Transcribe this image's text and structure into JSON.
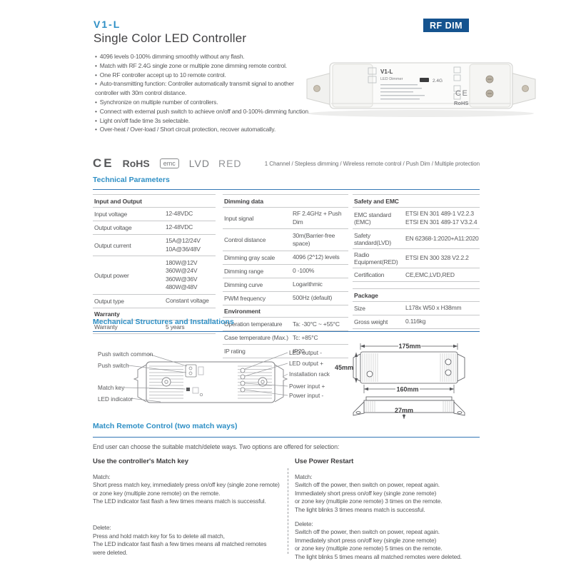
{
  "header": {
    "model": "V1-L",
    "subtitle": "Single Color LED Controller",
    "badge": "RF DIM",
    "features": [
      "4096 levels 0-100% dimming smoothly without any flash.",
      "Match with RF 2.4G single zone or multiple zone dimming remote control.",
      "One RF controller accept up to 10 remote control.",
      "Auto-transmitting function: Controller automatically transmit signal to another controller with 30m control distance.",
      "Synchronize on multiple number of controllers.",
      "Connect with external push switch to achieve on/off and 0-100% dimming function.",
      "Light on/off fade time 3s selectable.",
      "Over-heat / Over-load / Short circuit protection, recover automatically."
    ]
  },
  "product_label": {
    "model": "V1-L",
    "type": "LED Dimmer",
    "rf": "2.4G",
    "ce": "CE",
    "rohs": "RoHS"
  },
  "certs": {
    "ce": "CE",
    "rohs": "RoHS",
    "emc": "emc",
    "lvd": "LVD",
    "red": "RED",
    "summary": "1 Channel / Stepless dimming / Wireless remote control / Push Dim / Multiple protection"
  },
  "sections": {
    "technical": "Technical Parameters",
    "mechanical": "Mechanical Structures and Installations",
    "match": "Match Remote Control (two match ways)"
  },
  "tech": {
    "io": {
      "header": "Input and Output",
      "rows": [
        {
          "label": "Input voltage",
          "value": "12-48VDC"
        },
        {
          "label": "Output voltage",
          "value": "12-48VDC"
        },
        {
          "label": "Output current",
          "value": "15A@12/24V\n10A@36/48V"
        },
        {
          "label": "Output power",
          "value": "180W@12V\n360W@24V\n360W@36V\n480W@48V"
        },
        {
          "label": "Output type",
          "value": "Constant voltage"
        }
      ],
      "warranty_header": "Warranty",
      "warranty_rows": [
        {
          "label": "Warranty",
          "value": "5 years"
        }
      ]
    },
    "dimming": {
      "header": "Dimming data",
      "rows": [
        {
          "label": "Input signal",
          "value": "RF 2.4GHz + Push Dim"
        },
        {
          "label": "Control distance",
          "value": "30m(Barrier-free space)"
        },
        {
          "label": "Dimming gray scale",
          "value": "4096 (2^12) levels"
        },
        {
          "label": "Dimming range",
          "value": "0 -100%"
        },
        {
          "label": "Dimming curve",
          "value": "Logarithmic"
        },
        {
          "label": "PWM frequency",
          "value": "500Hz (default)"
        }
      ],
      "env_header": "Environment",
      "env_rows": [
        {
          "label": "Operation temperature",
          "value": "Ta: -30°C ~ +55°C"
        },
        {
          "label": "Case temperature (Max.)",
          "value": "Tc: +85°C"
        },
        {
          "label": "IP rating",
          "value": "IP20"
        }
      ]
    },
    "safety": {
      "header": "Safety and EMC",
      "rows": [
        {
          "label": "EMC standard (EMC)",
          "value": "ETSI EN 301 489-1 V2.2.3\nETSI EN 301 489-17 V3.2.4"
        },
        {
          "label": "Safety standard(LVD)",
          "value": "EN 62368-1:2020+A11:2020"
        },
        {
          "label": "Radio Equipment(RED)",
          "value": "ETSI EN 300 328 V2.2.2"
        },
        {
          "label": "Certification",
          "value": "CE,EMC,LVD,RED"
        }
      ],
      "package_header": "Package",
      "package_rows": [
        {
          "label": "Size",
          "value": "L178x W50 x H38mm"
        },
        {
          "label": "Gross weight",
          "value": "0.116kg"
        }
      ]
    }
  },
  "mech": {
    "left_labels": [
      "Push switch common",
      "Push switch",
      "Match key",
      "LED indicator"
    ],
    "right_labels": [
      "LED output -",
      "LED output +",
      "Installation rack",
      "Power input +",
      "Power input -"
    ],
    "dims": {
      "length": "175mm",
      "height": "45mm",
      "inner": "160mm",
      "depth": "27mm"
    }
  },
  "match": {
    "intro": "End user can choose the suitable match/delete ways. Two options are offered for selection:",
    "left": {
      "title": "Use the controller's Match key",
      "match_title": "Match:",
      "match_lines": "Short press match key, immediately press on/off key (single zone remote)\nor zone key (multiple zone remote) on the remote.\nThe LED indicator fast flash a few times means match is successful.",
      "delete_title": "Delete:",
      "delete_lines": "Press and hold match key for 5s to delete all match,\nThe LED indicator fast flash a few times means all matched remotes\nwere deleted."
    },
    "right": {
      "title": "Use Power Restart",
      "match_title": "Match:",
      "match_lines": "Switch off the power, then switch on power,  repeat again.\nImmediately short press on/off key (single zone remote)\nor zone key (multiple zone remote) 3 times on the remote.\nThe light blinks 3 times means match is successful.",
      "delete_title": "Delete:",
      "delete_lines": "Switch off the power, then switch on power, repeat again.\nImmediately short press on/off key (single zone remote)\nor zone key (multiple zone remote) 5 times on the remote.\nThe light blinks 5 times means all matched remotes were deleted."
    }
  }
}
